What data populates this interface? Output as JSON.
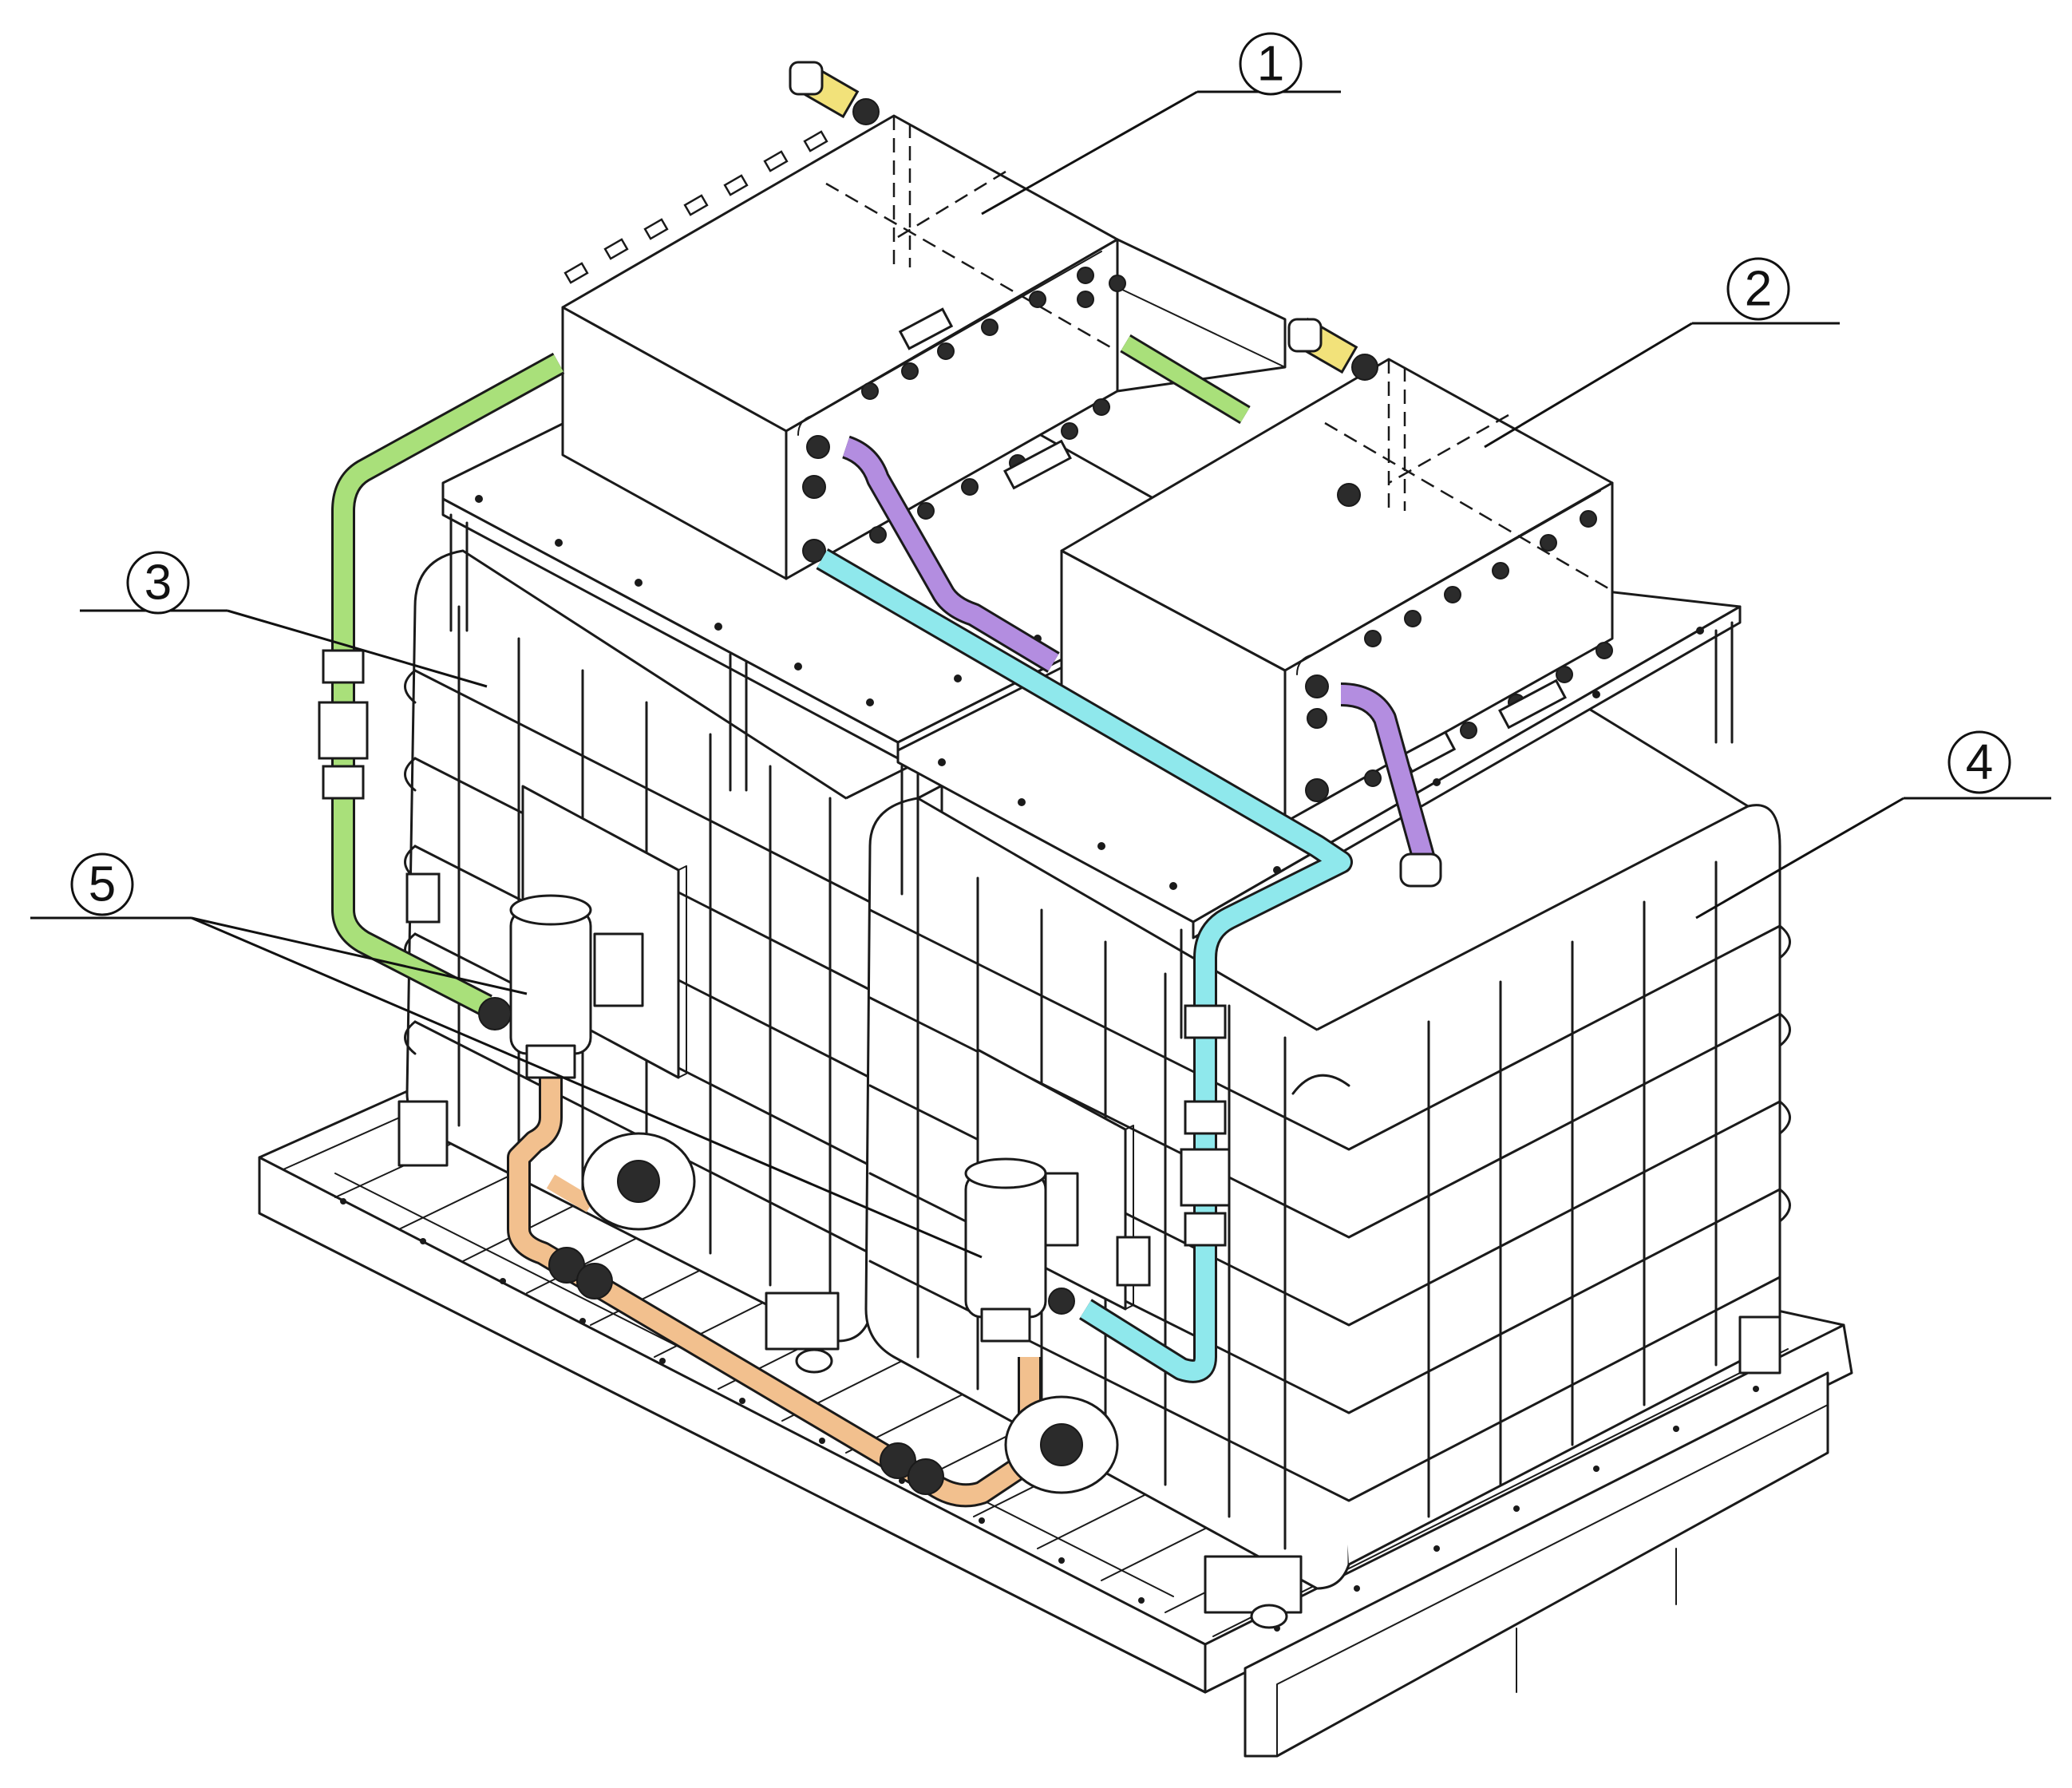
{
  "callouts": [
    {
      "id": "1",
      "label": "1"
    },
    {
      "id": "2",
      "label": "2"
    },
    {
      "id": "3",
      "label": "3"
    },
    {
      "id": "4",
      "label": "4"
    },
    {
      "id": "5",
      "label": "5"
    }
  ],
  "colors": {
    "green_pipe": "#a9e07a",
    "cyan_pipe": "#8fe8ec",
    "purple_pipe": "#b38de0",
    "orange_pipe": "#f2c08e",
    "yellow_fitting": "#f2e27a",
    "line": "#1a1a1a"
  }
}
